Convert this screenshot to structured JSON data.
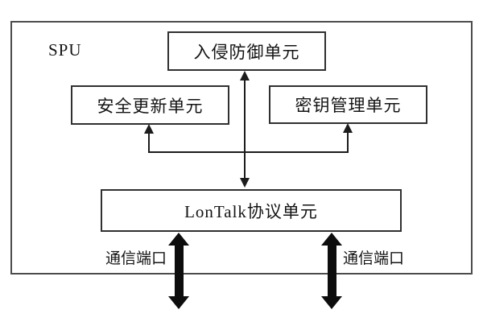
{
  "diagram": {
    "container_label": "SPU",
    "boxes": {
      "intrusion_prevention": "入侵防御单元",
      "security_update": "安全更新单元",
      "key_management": "密钥管理单元",
      "lontalk_protocol": "LonTalk协议单元"
    },
    "ports": {
      "left_label": "通信端口",
      "right_label": "通信端口"
    },
    "colors": {
      "line": "#1c1c1c",
      "box_border": "#303030",
      "thick_arrow": "#0d0d0d",
      "background": "#ffffff"
    }
  }
}
